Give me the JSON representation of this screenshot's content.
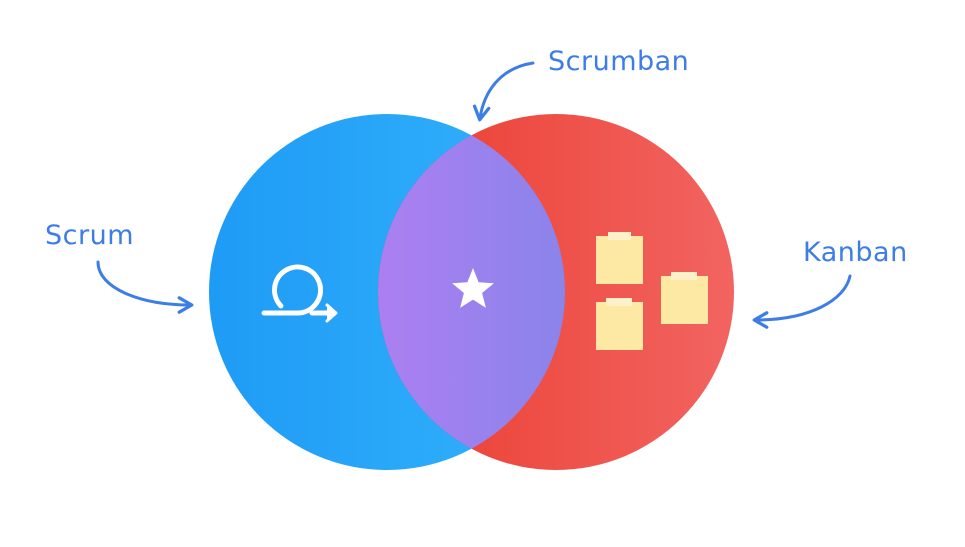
{
  "labels": {
    "scrum": "Scrum",
    "scrumban": "Scrumban",
    "kanban": "Kanban"
  },
  "colors": {
    "label_blue": "#3d7de6",
    "scrum_start": "#1e9bf5",
    "scrum_end": "#34b2fc",
    "kanban_start": "#ea3d2f",
    "kanban_end": "#f26461",
    "overlap_start": "#ac7ff1",
    "overlap_end": "#6c88e5",
    "sticky_note": "#fde8a4",
    "sticky_tape": "#fdf1c9",
    "icon_white": "#ffffff"
  },
  "icons": {
    "scrum": "sprint-cycle-icon",
    "scrumban": "star-icon",
    "kanban": "sticky-notes-icon"
  }
}
